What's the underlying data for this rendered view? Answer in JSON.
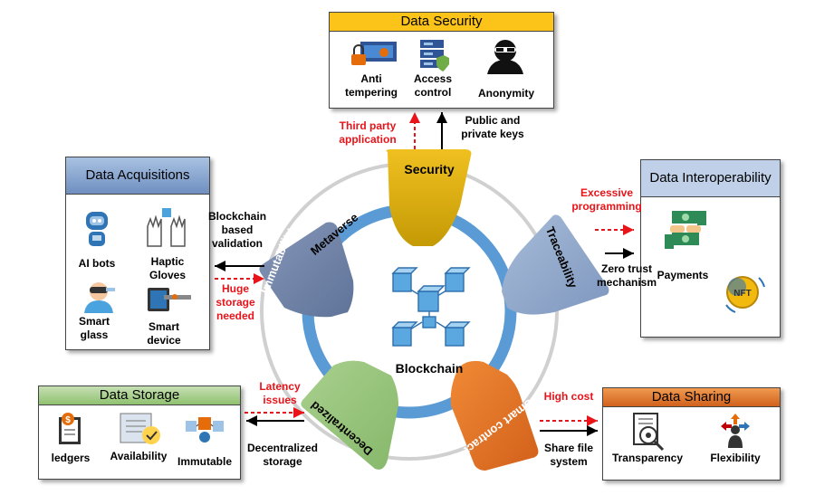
{
  "center": {
    "title": "Blockchain",
    "ring_label": "Metaverse"
  },
  "petals": {
    "security": "Security",
    "traceability": "Traceability",
    "immutability": "Immutability",
    "decentralized": "Decentralized",
    "smart_contract": "Smart contract"
  },
  "boxes": {
    "security": {
      "title": "Data Security",
      "items": [
        "Anti tempering",
        "Access control",
        "Anonymity"
      ]
    },
    "acquisitions": {
      "title": "Data Acquisitions",
      "items": [
        "AI bots",
        "Haptic Gloves",
        "Smart glass",
        "Smart device"
      ]
    },
    "interoperability": {
      "title": "Data Interoperability",
      "items": [
        "Payments"
      ]
    },
    "storage": {
      "title": "Data Storage",
      "items": [
        "ledgers",
        "Availability",
        "Immutable"
      ]
    },
    "sharing": {
      "title": "Data Sharing",
      "items": [
        "Transparency",
        "Flexibility"
      ]
    }
  },
  "arrows": {
    "third_party": "Third party application",
    "public_keys": "Public and private keys",
    "blockchain_validation": "Blockchain based validation",
    "huge_storage": "Huge storage needed",
    "excessive_programming": "Excessive programming",
    "zero_trust": "Zero trust mechanism",
    "latency": "Latency issues",
    "decentralized_storage": "Decentralized storage",
    "high_cost": "High cost",
    "share_file": "Share file system"
  },
  "icons": {
    "nft": "NFT",
    "dollar": "$"
  },
  "colors": {
    "security_petal": "#d9ac0a",
    "traceability_petal": "#8fa7c9",
    "immutability_petal": "#7185a8",
    "decentralized_petal": "#93c47d",
    "smart_contract_petal": "#e87524",
    "security_header": "#fcc318",
    "acquisitions_header": "#8aa7d2",
    "interoperability_header": "#bfd0e8",
    "storage_header": "#a9d18e",
    "sharing_header": "#e8792c",
    "risk_arrow": "#e8141a",
    "ring_blue": "#5b9bd5"
  }
}
